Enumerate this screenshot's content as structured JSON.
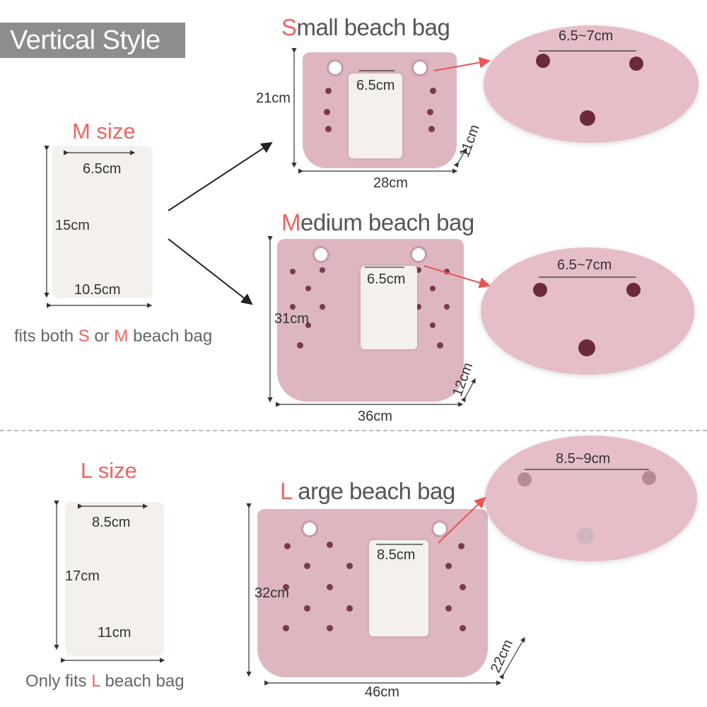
{
  "header": {
    "style_tag": "Vertical Style"
  },
  "m_panel": {
    "title": "M size",
    "width_top": "6.5cm",
    "height": "15cm",
    "width_bottom": "10.5cm",
    "note_prefix": "fits both ",
    "note_s": "S",
    "note_mid": " or ",
    "note_m": "M",
    "note_suffix": " beach  bag"
  },
  "l_panel": {
    "title": "L  size",
    "width_top": "8.5cm",
    "height": "17cm",
    "width_bottom": "11cm",
    "note_prefix": "Only fits ",
    "note_l": "L",
    "note_suffix": "  beach bag"
  },
  "small_bag": {
    "title_first": "S",
    "title_rest": "mall beach bag",
    "panel_width": "6.5cm",
    "height": "21cm",
    "width": "28cm",
    "depth": "11cm",
    "hole_spacing": "6.5~7cm"
  },
  "medium_bag": {
    "title_first": "M",
    "title_rest": "edium beach bag",
    "panel_width": "6.5cm",
    "height": "31cm",
    "width": "36cm",
    "depth": "12cm",
    "hole_spacing": "6.5~7cm"
  },
  "large_bag": {
    "title_first": "L",
    "title_rest": " arge beach bag",
    "panel_width": "8.5cm",
    "height": "32cm",
    "width": "46cm",
    "depth": "22cm",
    "hole_spacing": "8.5~9cm"
  },
  "colors": {
    "accent": "#f0645f",
    "bag_pink": "#deb6c0",
    "panel": "#f4f1ed",
    "tag_bg": "#8d8d8d"
  }
}
